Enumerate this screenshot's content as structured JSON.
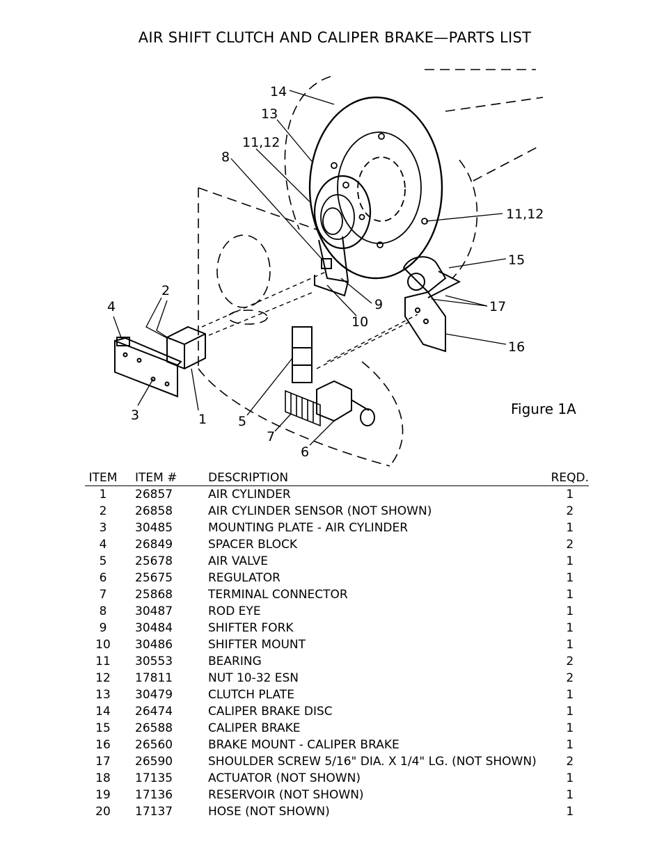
{
  "page_title": "AIR SHIFT CLUTCH AND CALIPER BRAKE—PARTS LIST",
  "figure": {
    "caption": "Figure 1A",
    "callouts": {
      "c14": "14",
      "c13": "13",
      "c1112a": "11,12",
      "c8": "8",
      "c1112b": "11,12",
      "c15": "15",
      "c2": "2",
      "c4": "4",
      "c9": "9",
      "c17": "17",
      "c10": "10",
      "c16": "16",
      "c3": "3",
      "c1": "1",
      "c5": "5",
      "c7": "7",
      "c6": "6"
    }
  },
  "table": {
    "headers": {
      "item": "ITEM",
      "item_no": "ITEM #",
      "description": "DESCRIPTION",
      "reqd": "REQD."
    },
    "rows": [
      {
        "item": "1",
        "item_no": "26857",
        "description": "AIR CYLINDER",
        "reqd": "1"
      },
      {
        "item": "2",
        "item_no": "26858",
        "description": "AIR CYLINDER SENSOR  (NOT SHOWN)",
        "reqd": "2"
      },
      {
        "item": "3",
        "item_no": "30485",
        "description": "MOUNTING PLATE - AIR CYLINDER",
        "reqd": "1"
      },
      {
        "item": "4",
        "item_no": "26849",
        "description": "SPACER BLOCK",
        "reqd": "2"
      },
      {
        "item": "5",
        "item_no": "25678",
        "description": "AIR VALVE",
        "reqd": "1"
      },
      {
        "item": "6",
        "item_no": "25675",
        "description": "REGULATOR",
        "reqd": "1"
      },
      {
        "item": "7",
        "item_no": "25868",
        "description": "TERMINAL CONNECTOR",
        "reqd": "1"
      },
      {
        "item": "8",
        "item_no": "30487",
        "description": "ROD EYE",
        "reqd": "1"
      },
      {
        "item": "9",
        "item_no": "30484",
        "description": "SHIFTER FORK",
        "reqd": "1"
      },
      {
        "item": "10",
        "item_no": "30486",
        "description": "SHIFTER MOUNT",
        "reqd": "1"
      },
      {
        "item": "11",
        "item_no": "30553",
        "description": "BEARING",
        "reqd": "2"
      },
      {
        "item": "12",
        "item_no": "17811",
        "description": "NUT 10-32 ESN",
        "reqd": "2"
      },
      {
        "item": "13",
        "item_no": "30479",
        "description": "CLUTCH PLATE",
        "reqd": "1"
      },
      {
        "item": "14",
        "item_no": "26474",
        "description": "CALIPER BRAKE DISC",
        "reqd": "1"
      },
      {
        "item": "15",
        "item_no": "26588",
        "description": "CALIPER BRAKE",
        "reqd": "1"
      },
      {
        "item": "16",
        "item_no": "26560",
        "description": "BRAKE MOUNT - CALIPER BRAKE",
        "reqd": "1"
      },
      {
        "item": "17",
        "item_no": "26590",
        "description": "SHOULDER SCREW 5/16\" DIA. X 1/4\" LG. (NOT SHOWN)",
        "reqd": "2"
      },
      {
        "item": "18",
        "item_no": "17135",
        "description": "ACTUATOR  (NOT SHOWN)",
        "reqd": "1"
      },
      {
        "item": "19",
        "item_no": "17136",
        "description": "RESERVOIR (NOT SHOWN)",
        "reqd": "1"
      },
      {
        "item": "20",
        "item_no": "17137",
        "description": "HOSE  (NOT SHOWN)",
        "reqd": "1"
      }
    ]
  }
}
